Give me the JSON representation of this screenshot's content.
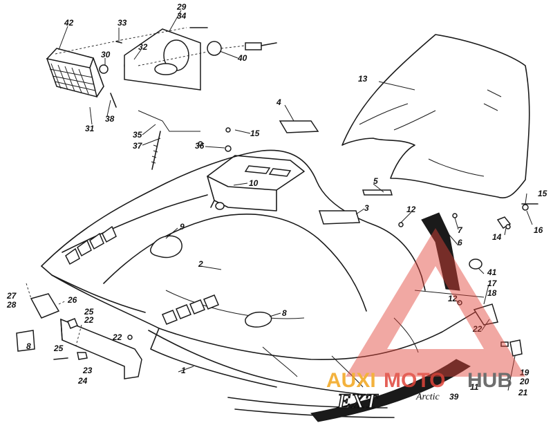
{
  "part_numbers": [
    "1",
    "2",
    "3",
    "4",
    "5",
    "6",
    "7",
    "8",
    "9",
    "10",
    "11",
    "12",
    "13",
    "14",
    "15",
    "16",
    "17",
    "18",
    "19",
    "20",
    "21",
    "22",
    "23",
    "24",
    "25",
    "26",
    "27",
    "28",
    "29",
    "30",
    "31",
    "32",
    "33",
    "34",
    "35",
    "36",
    "37",
    "38",
    "39",
    "40",
    "41",
    "42"
  ],
  "callouts": [
    {
      "id": "42",
      "label": "42"
    },
    {
      "id": "33",
      "label": "33"
    },
    {
      "id": "29",
      "label": "29"
    },
    {
      "id": "34",
      "label": "34"
    },
    {
      "id": "30",
      "label": "30"
    },
    {
      "id": "32",
      "label": "32"
    },
    {
      "id": "40",
      "label": "40"
    },
    {
      "id": "13",
      "label": "13"
    },
    {
      "id": "4",
      "label": "4"
    },
    {
      "id": "38",
      "label": "38"
    },
    {
      "id": "31",
      "label": "31"
    },
    {
      "id": "15a",
      "label": "15"
    },
    {
      "id": "35",
      "label": "35"
    },
    {
      "id": "37",
      "label": "37"
    },
    {
      "id": "36",
      "label": "36"
    },
    {
      "id": "10",
      "label": "10"
    },
    {
      "id": "5",
      "label": "5"
    },
    {
      "id": "3",
      "label": "3"
    },
    {
      "id": "12a",
      "label": "12"
    },
    {
      "id": "7",
      "label": "7"
    },
    {
      "id": "15b",
      "label": "15"
    },
    {
      "id": "16",
      "label": "16"
    },
    {
      "id": "14",
      "label": "14"
    },
    {
      "id": "9",
      "label": "9"
    },
    {
      "id": "6",
      "label": "6"
    },
    {
      "id": "2",
      "label": "2"
    },
    {
      "id": "41",
      "label": "41"
    },
    {
      "id": "17",
      "label": "17"
    },
    {
      "id": "18",
      "label": "18"
    },
    {
      "id": "12b",
      "label": "12"
    },
    {
      "id": "27",
      "label": "27"
    },
    {
      "id": "26",
      "label": "26"
    },
    {
      "id": "28",
      "label": "28"
    },
    {
      "id": "25a",
      "label": "25"
    },
    {
      "id": "22a",
      "label": "22"
    },
    {
      "id": "8a",
      "label": "8"
    },
    {
      "id": "22b",
      "label": "22"
    },
    {
      "id": "8b",
      "label": "8"
    },
    {
      "id": "22c",
      "label": "22"
    },
    {
      "id": "25b",
      "label": "25"
    },
    {
      "id": "23",
      "label": "23"
    },
    {
      "id": "24",
      "label": "24"
    },
    {
      "id": "1",
      "label": "1"
    },
    {
      "id": "11",
      "label": "11"
    },
    {
      "id": "39",
      "label": "39"
    },
    {
      "id": "19",
      "label": "19"
    },
    {
      "id": "20",
      "label": "20"
    },
    {
      "id": "21",
      "label": "21"
    }
  ],
  "decal_text": "EXT",
  "script_text": "Arctic",
  "watermark": {
    "text": "AUXIMOTOHUB",
    "part1": "AUXI",
    "part2": "MOTO",
    "part3": "HUB"
  },
  "colors": {
    "line": "#1a1a1a",
    "watermark_red": "#e0453a",
    "watermark_orange": "#f2a51c",
    "watermark_gray": "#555555"
  }
}
